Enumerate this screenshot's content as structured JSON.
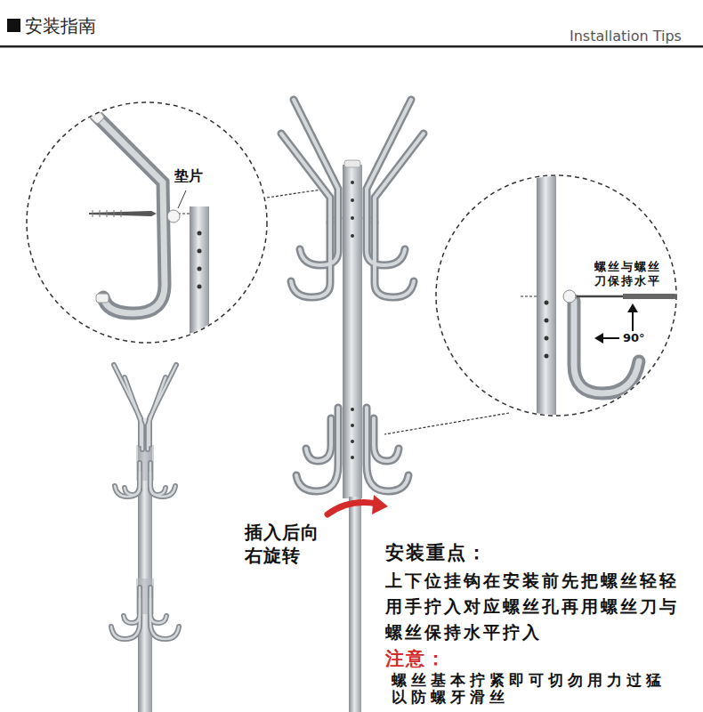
{
  "diagram": {
    "title": "安装指南",
    "labels": [
      "Installation Tips",
      "垫片",
      "螺丝与螺丝刀保持水平",
      "90°",
      "插入后向右旋转",
      "安装重点：",
      "上下位挂钩在安装前先把螺丝轻轻用手拧入对应螺丝孔再用螺丝刀与螺丝保持水平拧入",
      "注意：",
      "螺丝基本拧紧即可切勿用力过猛以防螺牙滑丝"
    ]
  }
}
